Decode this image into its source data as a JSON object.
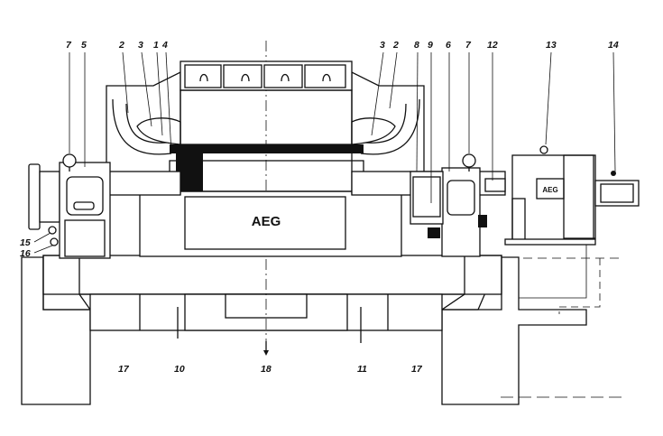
{
  "diagram": {
    "brand_center": "AEG",
    "brand_motor": "AEG",
    "callouts": {
      "c7_left": "7",
      "c5": "5",
      "c2_left": "2",
      "c3_left": "3",
      "c1": "1",
      "c4": "4",
      "c3_right": "3",
      "c2_right": "2",
      "c8": "8",
      "c9": "9",
      "c6": "6",
      "c7_right": "7",
      "c12": "12",
      "c13": "13",
      "c14": "14",
      "c15": "15",
      "c16": "16",
      "c17_left": "17",
      "c10": "10",
      "c18": "18",
      "c11": "11",
      "c17_right": "17"
    }
  }
}
